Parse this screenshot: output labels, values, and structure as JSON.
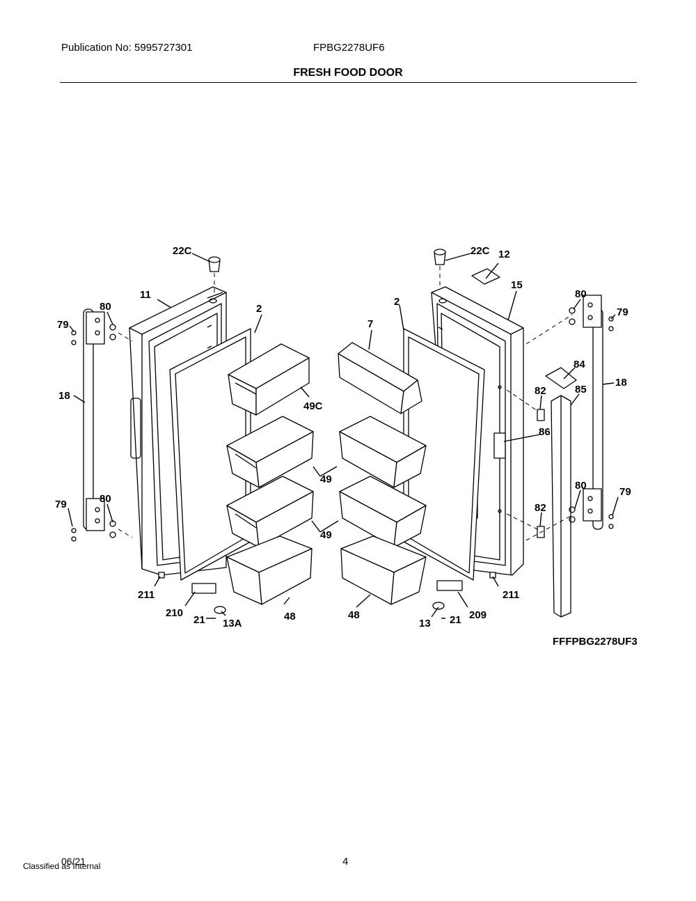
{
  "header": {
    "publication": "Publication No: 5995727301",
    "model": "FPBG2278UF6",
    "title": "FRESH FOOD DOOR"
  },
  "diagram": {
    "figure_ref": "FFFPBG2278UF3",
    "callouts": {
      "c22c_left": "22C",
      "c22c_right": "22C",
      "c12": "12",
      "c11": "11",
      "c15": "15",
      "c2_left": "2",
      "c2_right": "2",
      "c7": "7",
      "c80_ul": "80",
      "c79_ul": "79",
      "c80_ur": "80",
      "c79_ur": "79",
      "c18_left": "18",
      "c18_right": "18",
      "c84": "84",
      "c82_upper": "82",
      "c85": "85",
      "c86": "86",
      "c49c": "49C",
      "c49_upper": "49",
      "c49_lower": "49",
      "c79_ll": "79",
      "c80_ll": "80",
      "c80_lr": "80",
      "c79_lr": "79",
      "c82_lower": "82",
      "c211_left": "211",
      "c211_right": "211",
      "c210": "210",
      "c21_left": "21",
      "c13a": "13A",
      "c48_left": "48",
      "c48_right": "48",
      "c13": "13",
      "c21_right": "21",
      "c209": "209"
    }
  },
  "footer": {
    "date": "06/21",
    "classified": "Classified as Internal",
    "page": "4"
  }
}
